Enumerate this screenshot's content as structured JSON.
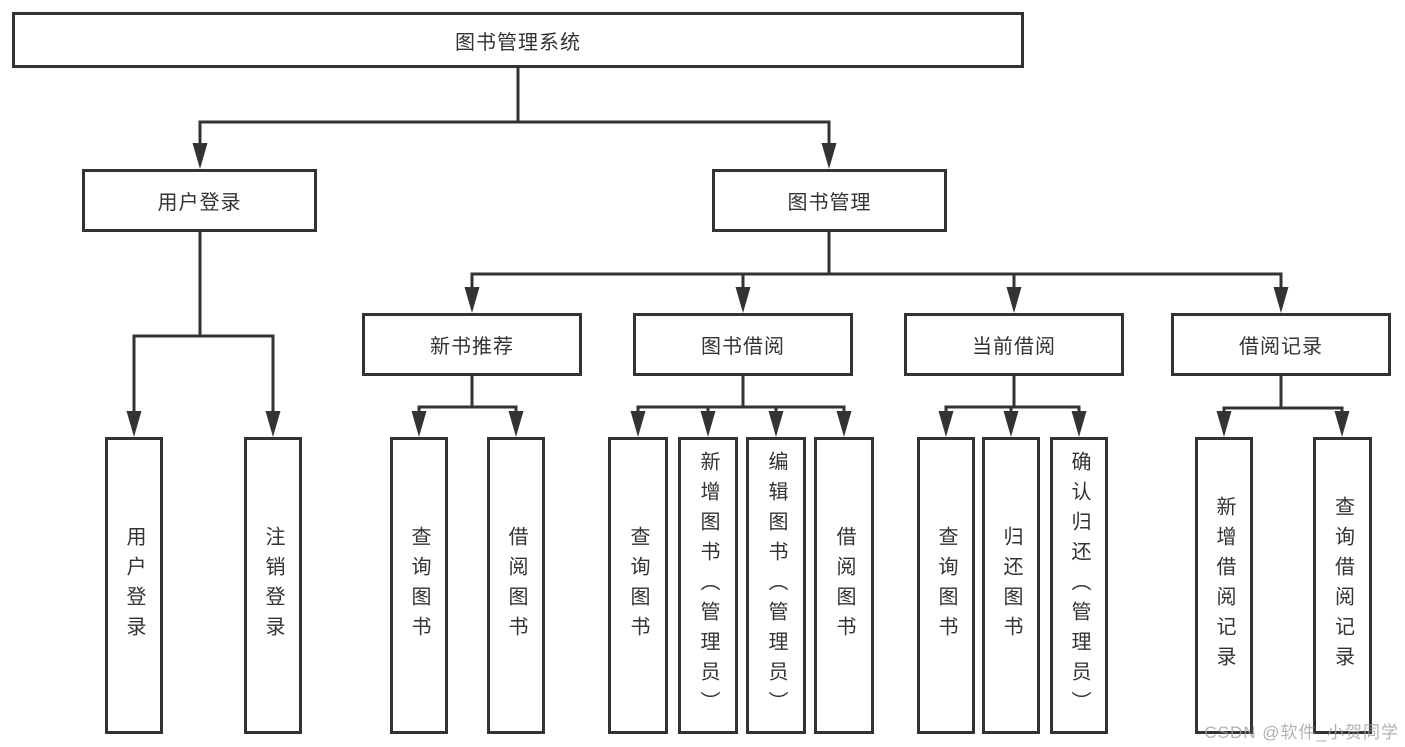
{
  "diagram": {
    "type": "hierarchy-tree",
    "colors": {
      "line": "#333333",
      "box_border": "#333333",
      "text": "#333333",
      "background": "#ffffff",
      "watermark": "#9e9e9e"
    }
  },
  "tree": {
    "label": "图书管理系统",
    "children": [
      {
        "label": "用户登录",
        "children": [
          {
            "label": "用户登录"
          },
          {
            "label": "注销登录"
          }
        ]
      },
      {
        "label": "图书管理",
        "children": [
          {
            "label": "新书推荐",
            "children": [
              {
                "label": "查询图书"
              },
              {
                "label": "借阅图书"
              }
            ]
          },
          {
            "label": "图书借阅",
            "children": [
              {
                "label": "查询图书"
              },
              {
                "label": "新增图书（管理员）"
              },
              {
                "label": "编辑图书（管理员）"
              },
              {
                "label": "借阅图书"
              }
            ]
          },
          {
            "label": "当前借阅",
            "children": [
              {
                "label": "查询图书"
              },
              {
                "label": "归还图书"
              },
              {
                "label": "确认归还（管理员）"
              }
            ]
          },
          {
            "label": "借阅记录",
            "children": [
              {
                "label": "新增借阅记录"
              },
              {
                "label": "查询借阅记录"
              }
            ]
          }
        ]
      }
    ]
  },
  "watermark": "CSDN @软件_小贺同学"
}
